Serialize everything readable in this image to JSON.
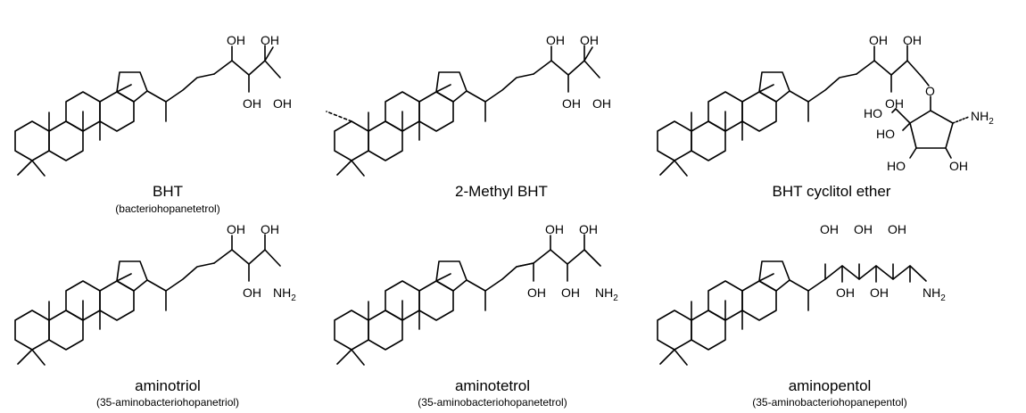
{
  "molecules": [
    {
      "name": "BHT",
      "subtitle": "(bacteriohopanetetrol)"
    },
    {
      "name": "2-Methyl BHT",
      "subtitle": ""
    },
    {
      "name": "BHT cyclitol ether",
      "subtitle": ""
    },
    {
      "name": "aminotriol",
      "subtitle": "(35-aminobacteriohopanetriol)"
    },
    {
      "name": "aminotetrol",
      "subtitle": "(35-aminobacteriohopanetetrol)"
    },
    {
      "name": "aminopentol",
      "subtitle": "(35-aminobacteriohopanepentol)"
    }
  ],
  "atoms": {
    "hydroxyl": "OH",
    "ho": "HO",
    "oxygen": "O",
    "nh": "NH",
    "two": "2"
  }
}
